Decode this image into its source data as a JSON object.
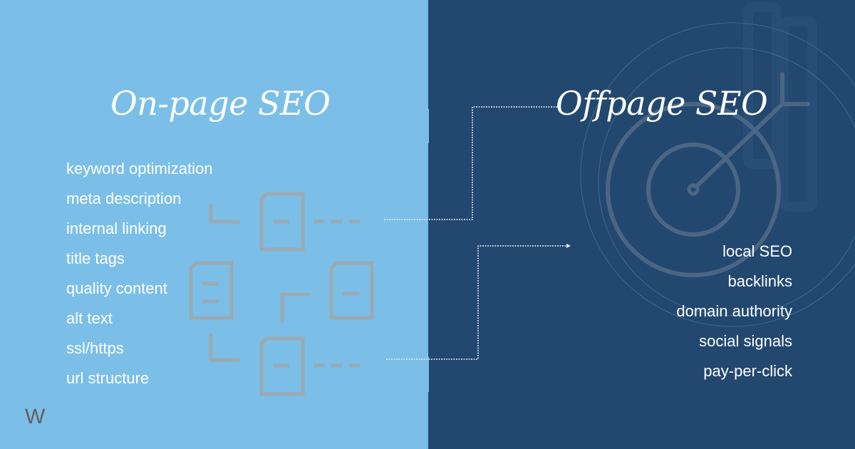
{
  "left_panel": {
    "title": "On-page SEO",
    "background": "#7bbfe8",
    "items": [
      "keyword optimization",
      "meta description",
      "internal linking",
      "title tags",
      "quality content",
      "alt text",
      "ssl/https",
      "url structure"
    ],
    "illustration": "document-network-icon"
  },
  "right_panel": {
    "title": "Offpage SEO",
    "background": "#224870",
    "items": [
      "local SEO",
      "backlinks",
      "domain authority",
      "social signals",
      "pay-per-click"
    ],
    "illustration": "target-arrow-icon"
  },
  "logo": {
    "text": "W",
    "color": "#606060"
  },
  "colors": {
    "icon_stroke_left": "#9aaab4",
    "icon_stroke_right": "#4a6684",
    "text": "#ffffff"
  }
}
